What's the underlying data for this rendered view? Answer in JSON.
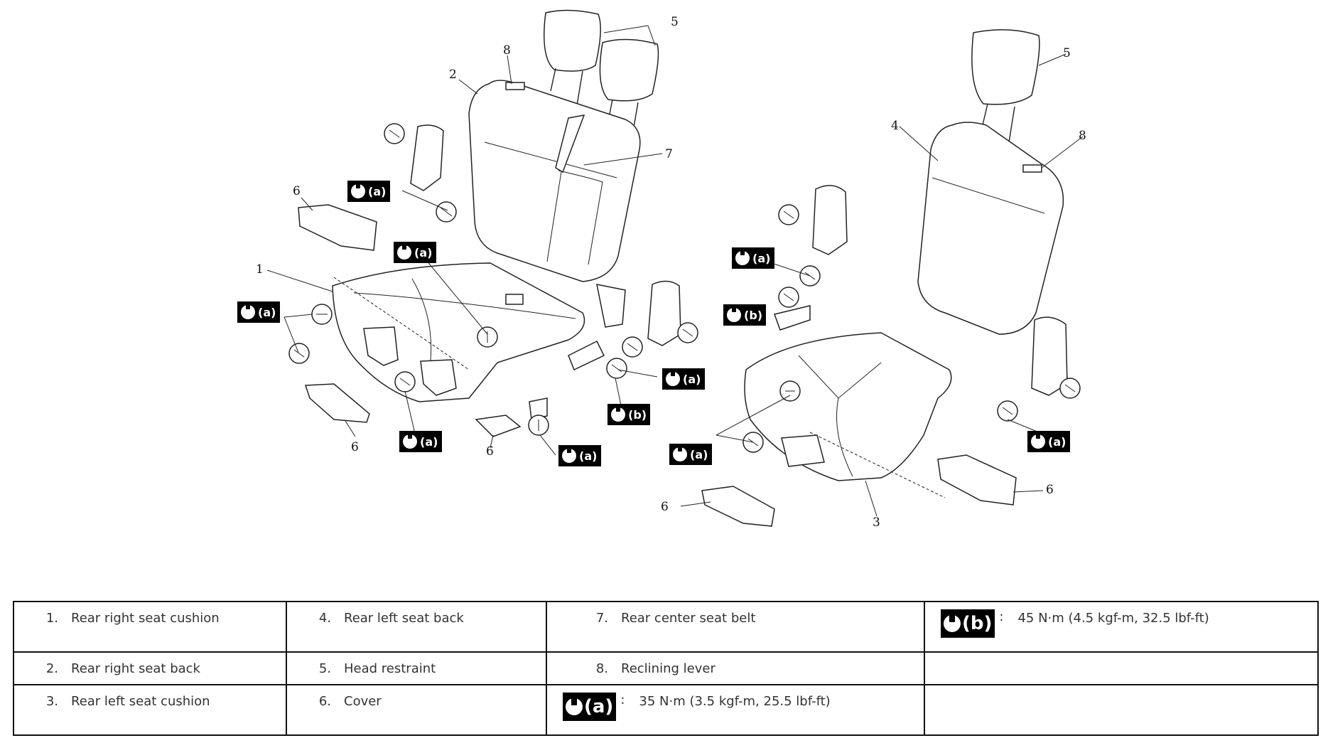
{
  "callouts": [
    "1",
    "2",
    "3",
    "4",
    "5",
    "6",
    "7",
    "8"
  ],
  "torque_tags": [
    "(a)",
    "(b)"
  ],
  "legend": {
    "items": [
      {
        "num": "1.",
        "label": "Rear right seat cushion"
      },
      {
        "num": "2.",
        "label": "Rear right seat back"
      },
      {
        "num": "3.",
        "label": "Rear left seat cushion"
      },
      {
        "num": "4.",
        "label": "Rear left seat back"
      },
      {
        "num": "5.",
        "label": "Head restraint"
      },
      {
        "num": "6.",
        "label": "Cover"
      },
      {
        "num": "7.",
        "label": "Rear center seat belt"
      },
      {
        "num": "8.",
        "label": "Reclining lever"
      }
    ],
    "torque": [
      {
        "tag": "(a)",
        "value": "35 N·m (3.5 kgf-m, 25.5 lbf-ft)"
      },
      {
        "tag": "(b)",
        "value": "45 N·m (4.5 kgf-m, 32.5 lbf-ft)"
      }
    ],
    "colon": ":"
  }
}
